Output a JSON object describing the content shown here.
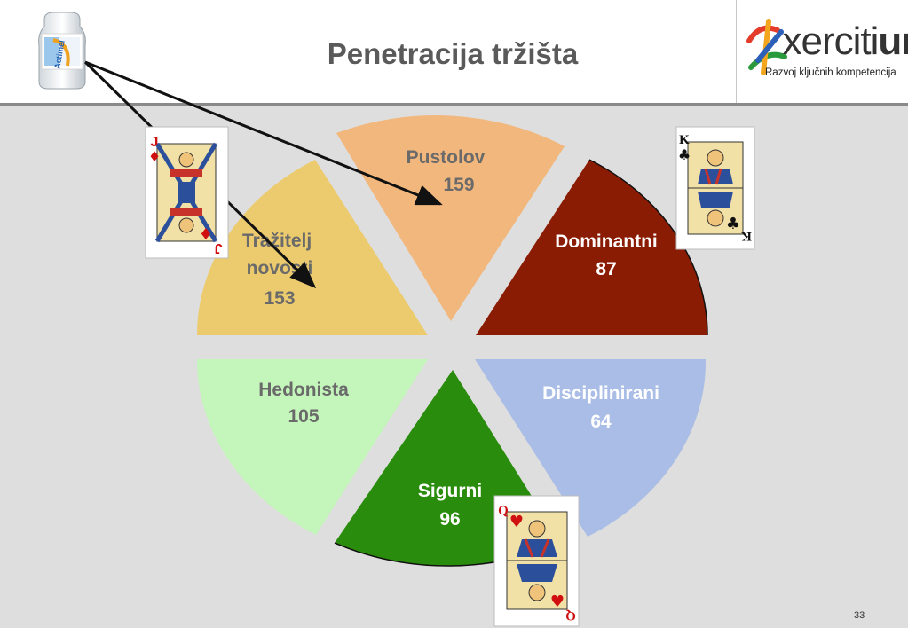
{
  "header": {
    "title": "Penetracija tržišta",
    "logo": {
      "word_prefix": "e",
      "word_mid": "xercit",
      "word_suffix": "i",
      "word_end": "um",
      "tagline": "Razvoj ključnih kompetencija"
    }
  },
  "segments": [
    {
      "name": "Pustolov",
      "value": "159",
      "color": "#f2b77c",
      "text_color": "#6a6a6a"
    },
    {
      "name": "Dominantni",
      "value": "87",
      "color": "#8b1c04",
      "text_color": "#ffffff"
    },
    {
      "name": "Disciplinirani",
      "value": "64",
      "color": "#aabde6",
      "text_color": "#ffffff"
    },
    {
      "name": "Sigurni",
      "value": "96",
      "color": "#2a8c0c",
      "text_color": "#ffffff"
    },
    {
      "name": "Hedonista",
      "value": "105",
      "color": "#c4f5ba",
      "text_color": "#6a6a6a"
    },
    {
      "name": "Tražitelj novosti",
      "value": "153",
      "color": "#eccb6f",
      "text_color": "#6a6a6a"
    }
  ],
  "product": {
    "brand": "Actimel"
  },
  "cards": [
    {
      "rank": "J",
      "suit": "♦",
      "suit_color": "#d01010"
    },
    {
      "rank": "K",
      "suit": "♣",
      "suit_color": "#111111"
    },
    {
      "rank": "Q",
      "suit": "♥",
      "suit_color": "#d01010"
    }
  ],
  "page_number": "33"
}
